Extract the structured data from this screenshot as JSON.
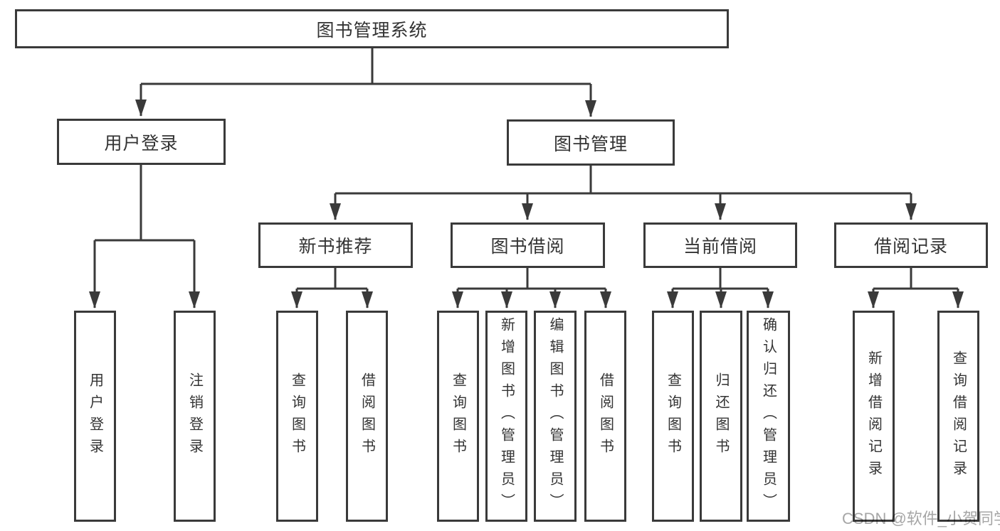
{
  "colors": {
    "line": "#3a3a3a",
    "text": "#333333",
    "watermark": "#a6a6a6",
    "background": "#ffffff"
  },
  "diagram": {
    "title": "图书管理系统",
    "branches": [
      {
        "label": "用户登录",
        "children": [
          {
            "label": "用户登录"
          },
          {
            "label": "注销登录"
          }
        ]
      },
      {
        "label": "图书管理",
        "sections": [
          {
            "label": "新书推荐",
            "children": [
              {
                "label": "查询图书"
              },
              {
                "label": "借阅图书"
              }
            ]
          },
          {
            "label": "图书借阅",
            "children": [
              {
                "label": "查询图书"
              },
              {
                "label": "新增图书（管理员）"
              },
              {
                "label": "编辑图书（管理员）"
              },
              {
                "label": "借阅图书"
              }
            ]
          },
          {
            "label": "当前借阅",
            "children": [
              {
                "label": "查询图书"
              },
              {
                "label": "归还图书"
              },
              {
                "label": "确认归还（管理员）"
              }
            ]
          },
          {
            "label": "借阅记录",
            "children": [
              {
                "label": "新增借阅记录"
              },
              {
                "label": "查询借阅记录"
              }
            ]
          }
        ]
      }
    ]
  },
  "watermark": "CSDN @软件_小贺同学"
}
